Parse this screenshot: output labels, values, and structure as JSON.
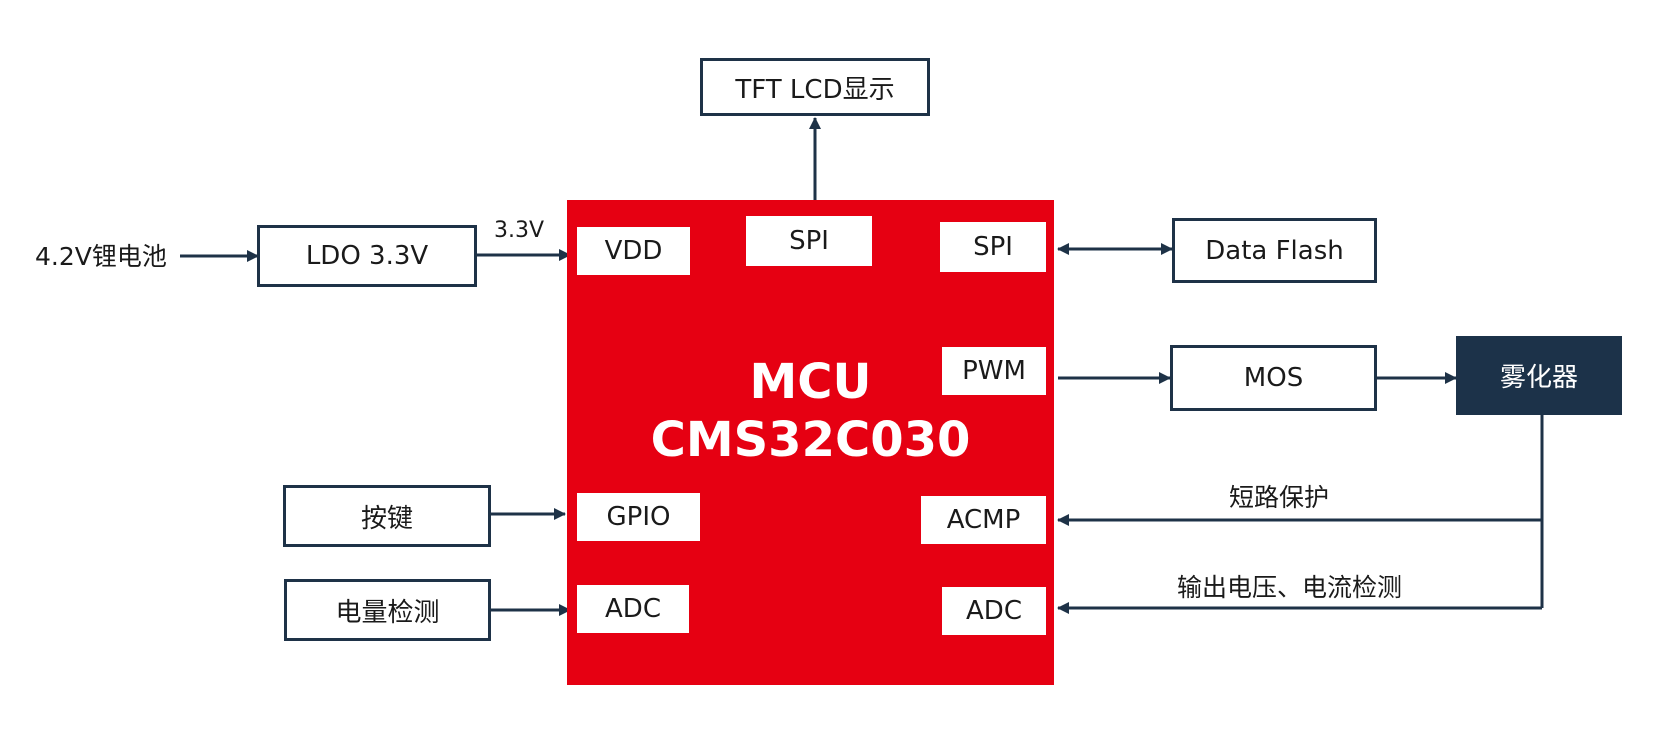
{
  "external": {
    "lcd": "TFT LCD显示",
    "battery": "4.2V锂电池",
    "ldo": "LDO 3.3V",
    "voltage": "3.3V",
    "flash": "Data Flash",
    "mos": "MOS",
    "atomizer": "雾化器",
    "key": "按键",
    "power_detect": "电量检测",
    "short_protect": "短路保护",
    "output_detect": "输出电压、电流检测"
  },
  "mcu": {
    "line1": "MCU",
    "line2": "CMS32C030",
    "pins": {
      "vdd": "VDD",
      "spi_top": "SPI",
      "spi_right": "SPI",
      "pwm": "PWM",
      "gpio": "GPIO",
      "acmp": "ACMP",
      "adc_left": "ADC",
      "adc_right": "ADC"
    }
  },
  "colors": {
    "mcu": "#e60012",
    "line": "#1e3247",
    "atomizer": "#1c3249"
  }
}
